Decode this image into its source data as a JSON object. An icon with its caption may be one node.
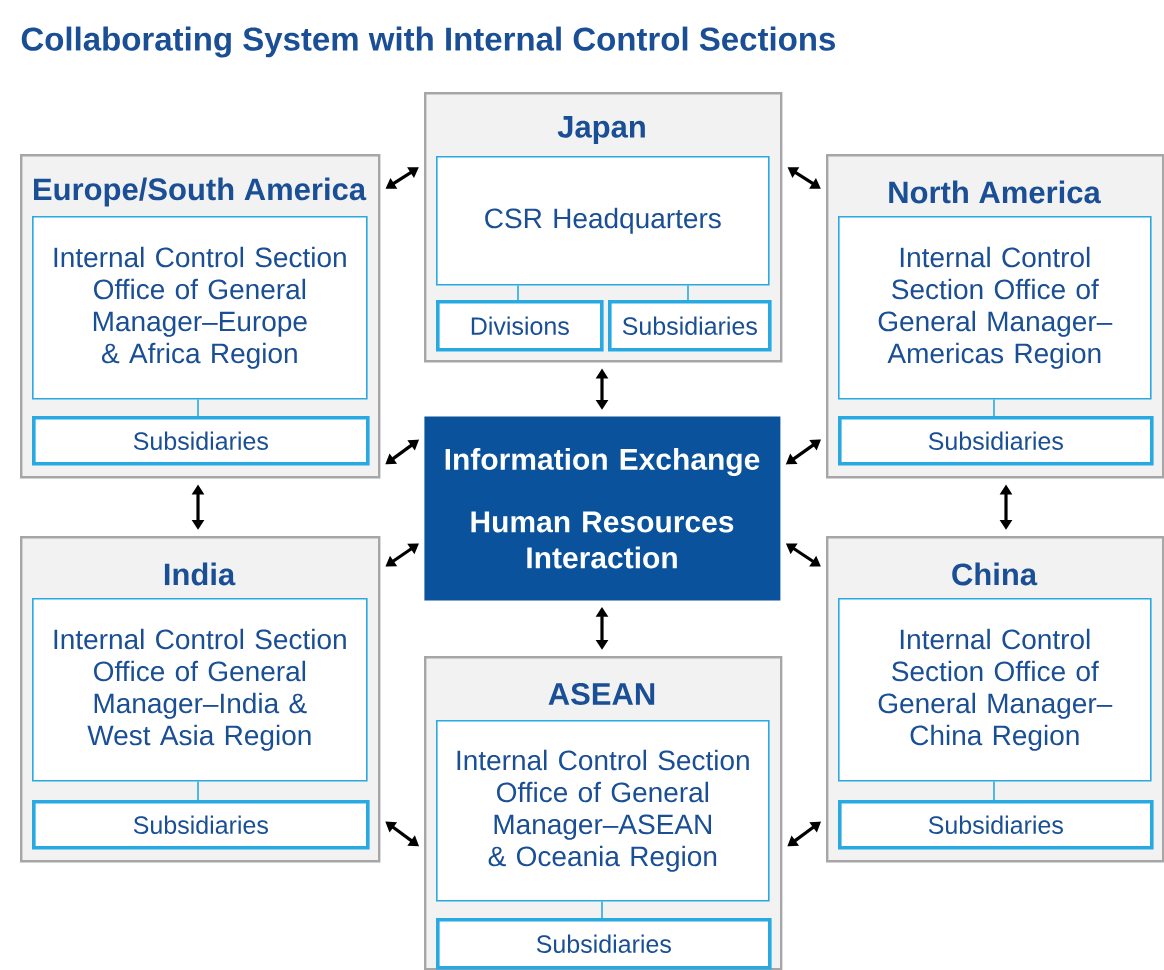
{
  "diagram": {
    "title": "Collaborating System with Internal Control Sections",
    "nodes": [
      {
        "text": [
          "Japan"
        ]
      },
      {
        "text": [
          "CSR Headquarters"
        ],
        "in": 0
      },
      {
        "text": [
          "Divisions"
        ],
        "in": 0
      },
      {
        "text": [
          "Subsidiaries"
        ],
        "in": 0
      },
      {
        "text": [
          "Europe/South America"
        ]
      },
      {
        "text": [
          "Internal Control Section Office of General Manager–Europe & Africa Region"
        ],
        "in": 4
      },
      {
        "text": [
          "Subsidiaries"
        ],
        "in": 4
      },
      {
        "text": [
          "North America"
        ]
      },
      {
        "text": [
          "Internal Control Section Office of General Manager–Americas Region"
        ],
        "in": 7
      },
      {
        "text": [
          "Subsidiaries"
        ],
        "in": 7
      },
      {
        "text": [
          "Information Exchange",
          "Human Resources Interaction"
        ]
      },
      {
        "text": [
          "India"
        ]
      },
      {
        "text": [
          "Internal Control Section Office of General Manager–India & West Asia Region"
        ],
        "in": 11
      },
      {
        "text": [
          "Subsidiaries"
        ],
        "in": 11
      },
      {
        "text": [
          "ASEAN"
        ]
      },
      {
        "text": [
          "Internal Control Section Office of General Manager–ASEAN & Oceania Region"
        ],
        "in": 14
      },
      {
        "text": [
          "Subsidiaries"
        ],
        "in": 14
      },
      {
        "text": [
          "China"
        ]
      },
      {
        "text": [
          "Internal Control Section Office of General Manager–China Region"
        ],
        "in": 17
      },
      {
        "text": [
          "Subsidiaries"
        ],
        "in": 17
      }
    ],
    "edges": [
      {
        "from": 4,
        "to": 0,
        "arrow": "both"
      },
      {
        "from": 0,
        "to": 7,
        "arrow": "both"
      },
      {
        "from": 0,
        "to": 10,
        "arrow": "both"
      },
      {
        "from": 4,
        "to": 10,
        "arrow": "both"
      },
      {
        "from": 7,
        "to": 10,
        "arrow": "both"
      },
      {
        "from": 4,
        "to": 11,
        "arrow": "both"
      },
      {
        "from": 7,
        "to": 17,
        "arrow": "both"
      },
      {
        "from": 11,
        "to": 10,
        "arrow": "both"
      },
      {
        "from": 17,
        "to": 10,
        "arrow": "both"
      },
      {
        "from": 10,
        "to": 14,
        "arrow": "both"
      },
      {
        "from": 11,
        "to": 14,
        "arrow": "both"
      },
      {
        "from": 14,
        "to": 17,
        "arrow": "both"
      },
      {
        "from": 1,
        "to": 2,
        "arrow": "none",
        "color": "#29a9e1"
      },
      {
        "from": 1,
        "to": 3,
        "arrow": "none",
        "color": "#29a9e1"
      },
      {
        "from": 5,
        "to": 6,
        "arrow": "none",
        "color": "#29a9e1"
      },
      {
        "from": 8,
        "to": 9,
        "arrow": "none",
        "color": "#29a9e1"
      },
      {
        "from": 12,
        "to": 13,
        "arrow": "none",
        "color": "#29a9e1"
      },
      {
        "from": 15,
        "to": 16,
        "arrow": "none",
        "color": "#29a9e1"
      },
      {
        "from": 18,
        "to": 19,
        "arrow": "none",
        "color": "#29a9e1"
      }
    ]
  }
}
